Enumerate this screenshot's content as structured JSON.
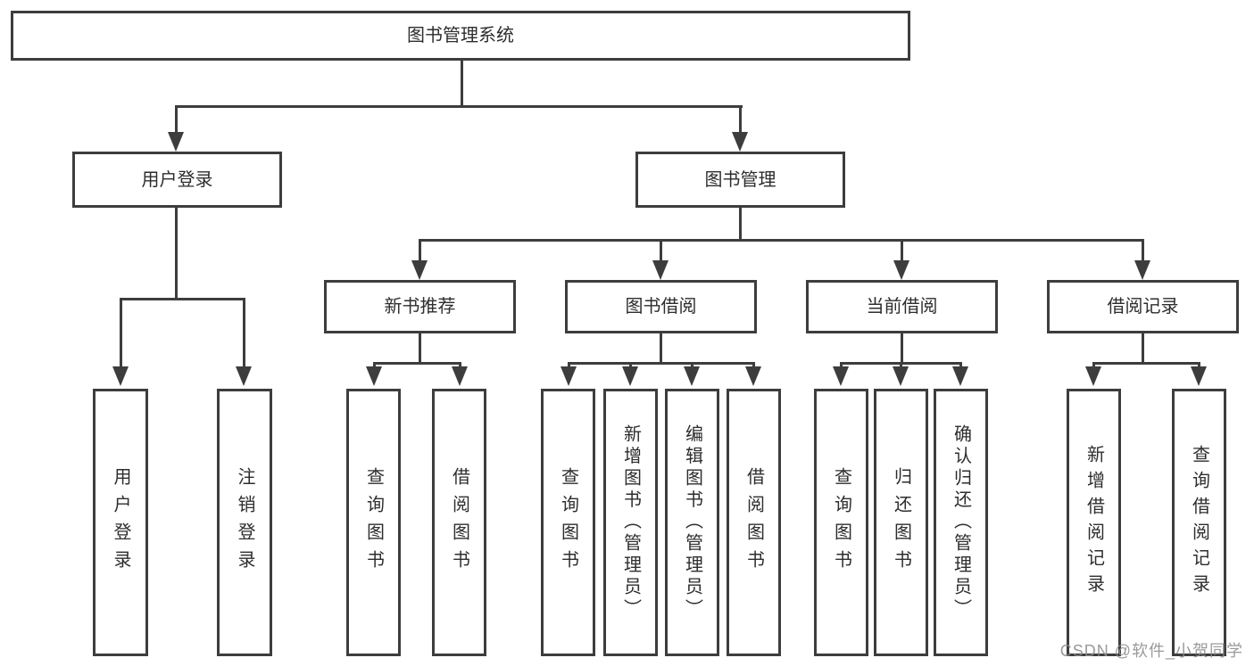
{
  "tree": {
    "root": "图书管理系统",
    "level2": [
      {
        "label": "用户登录",
        "leaves": [
          "用户登录",
          "注销登录"
        ]
      },
      {
        "label": "图书管理",
        "level3": [
          {
            "label": "新书推荐",
            "leaves": [
              "查询图书",
              "借阅图书"
            ]
          },
          {
            "label": "图书借阅",
            "leaves": [
              "查询图书",
              "新增图书（管理员）",
              "编辑图书（管理员）",
              "借阅图书"
            ]
          },
          {
            "label": "当前借阅",
            "leaves": [
              "查询图书",
              "归还图书",
              "确认归还（管理员）"
            ]
          },
          {
            "label": "借阅记录",
            "leaves": [
              "新增借阅记录",
              "查询借阅记录"
            ]
          }
        ]
      }
    ]
  },
  "watermark": "CSDN @软件_小贺同学",
  "colors": {
    "line": "#3d3d3d",
    "text": "#2d2d2d",
    "watermark": "#8c8c8c",
    "background": "#ffffff"
  }
}
